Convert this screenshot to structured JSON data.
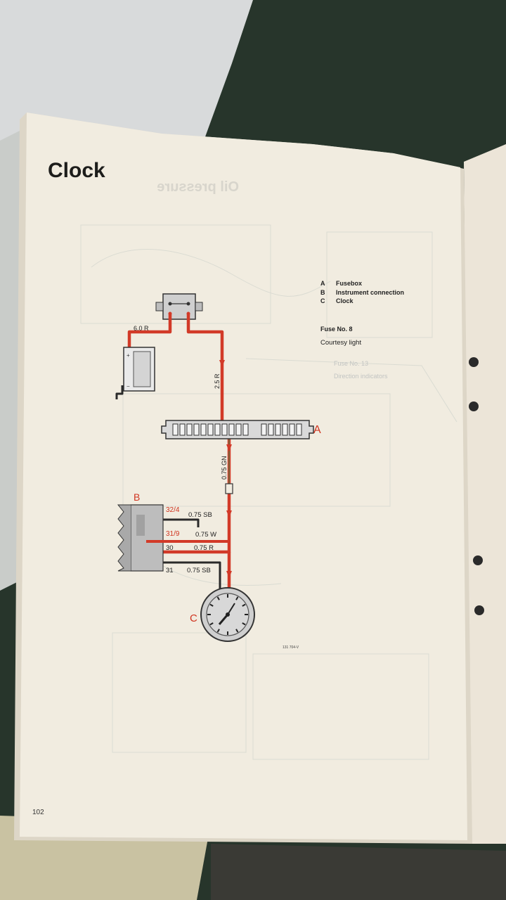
{
  "page": {
    "title": "Clock",
    "page_number": "102",
    "ghost_title": "Oil pressure"
  },
  "legend": [
    {
      "key": "A",
      "label": "Fusebox"
    },
    {
      "key": "B",
      "label": "Instrument connection"
    },
    {
      "key": "C",
      "label": "Clock"
    }
  ],
  "fuse": {
    "heading": "Fuse No. 8",
    "description": "Courtesy light"
  },
  "ghost_fuse": {
    "heading": "Fuse No. 13",
    "description": "Direction indicators"
  },
  "wires": {
    "battery_feed": "6.0 R",
    "fuse_feed": "2.5 R",
    "clock_feed": "0.75 GN",
    "pin4": "0.75 SB",
    "pin9": "0.75 W",
    "pin30": "0.75 R",
    "pin31": "0.75 SB"
  },
  "pins": {
    "p32_4": "32/4",
    "p31_9": "31/9",
    "p30": "30",
    "p31": "31"
  },
  "labels": {
    "fusebox": "A",
    "instrument": "B",
    "clock": "C"
  },
  "figure_ref": "131 704-V",
  "colors": {
    "red_wire": "#d23a28",
    "green_wire": "#6a8c4a",
    "black_wire": "#2a2a2a",
    "label_red": "#d0341f",
    "paper": "#f1ece0"
  }
}
